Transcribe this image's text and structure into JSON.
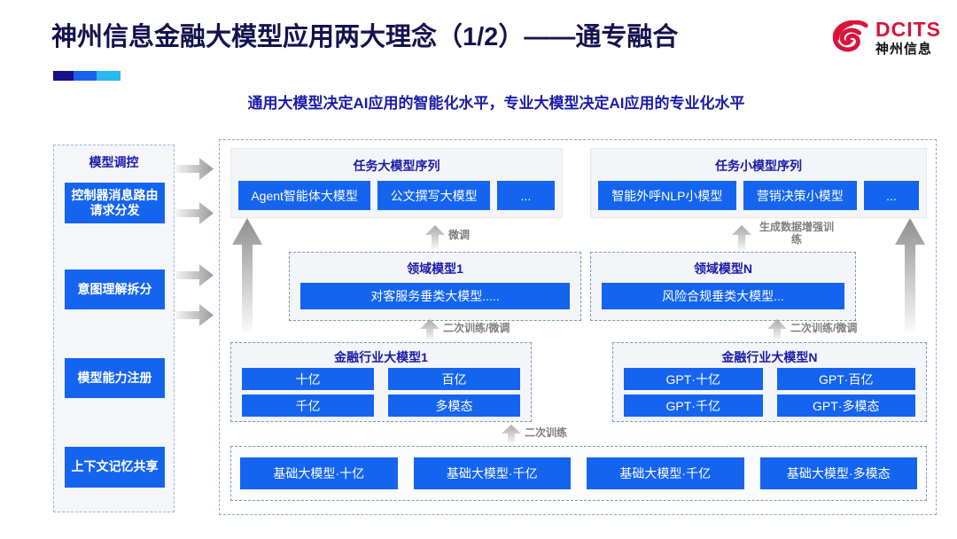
{
  "header": {
    "title": "神州信息金融大模型应用两大理念（1/2）——通专融合",
    "subtitle": "通用大模型决定AI应用的智能化水平，专业大模型决定AI应用的专业化水平",
    "logo": {
      "en": "DCITS",
      "cn": "神州信息",
      "mark": "dcits-swirl-icon"
    },
    "accent_colors": {
      "title": "#13134f",
      "subtitle": "#1a1aa8",
      "chip": "#1464f0",
      "logo_red": "#d8143c"
    }
  },
  "left_panel": {
    "title": "模型调控",
    "items": [
      {
        "label": "控制器消息路由请求分发"
      },
      {
        "label": "意图理解拆分"
      },
      {
        "label": "模型能力注册"
      },
      {
        "label": "上下文记忆共享"
      }
    ]
  },
  "task_sequences": [
    {
      "title": "任务大模型序列",
      "chips": [
        "Agent智能体大模型",
        "公文撰写大模型",
        "..."
      ]
    },
    {
      "title": "任务小模型序列",
      "chips": [
        "智能外呼NLP小模型",
        "营销决策小模型",
        "..."
      ]
    }
  ],
  "domain_models": [
    {
      "title": "领域模型1",
      "chip": "对客服务垂类大模型....."
    },
    {
      "title": "领域模型N",
      "chip": "风险合规垂类大模型..."
    }
  ],
  "industry_models": [
    {
      "title": "金融行业大模型1",
      "chips": [
        "十亿",
        "百亿",
        "千亿",
        "多模态"
      ]
    },
    {
      "title": "金融行业大模型N",
      "chips": [
        "GPT·十亿",
        "GPT·百亿",
        "GPT·千亿",
        "GPT·多模态"
      ]
    }
  ],
  "base_models": {
    "chips": [
      "基础大模型·十亿",
      "基础大模型·千亿",
      "基础大模型·千亿",
      "基础大模型·多模态"
    ]
  },
  "arrow_labels": {
    "finetune": "微调",
    "gen_data_aug": "生成数据增强训练",
    "retrain_finetune_left": "二次训练/微调",
    "retrain_finetune_right": "二次训练/微调",
    "retrain": "二次训练"
  }
}
